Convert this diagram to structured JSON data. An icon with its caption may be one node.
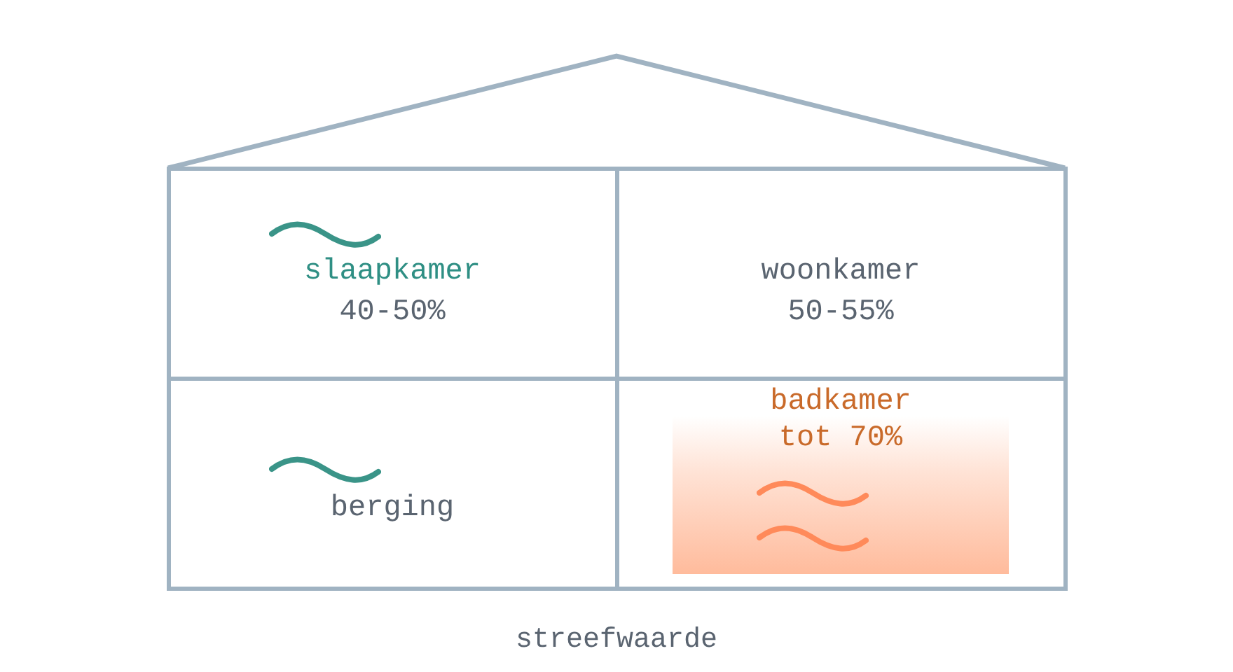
{
  "diagram": {
    "caption": "streefwaarde",
    "nodes": [
      {
        "text": [
          "slaapkamer",
          "40-50%"
        ]
      },
      {
        "text": [
          "woonkamer",
          "50-55%"
        ]
      },
      {
        "text": [
          "berging"
        ]
      },
      {
        "text": [
          "badkamer",
          "tot 70%"
        ]
      }
    ]
  }
}
